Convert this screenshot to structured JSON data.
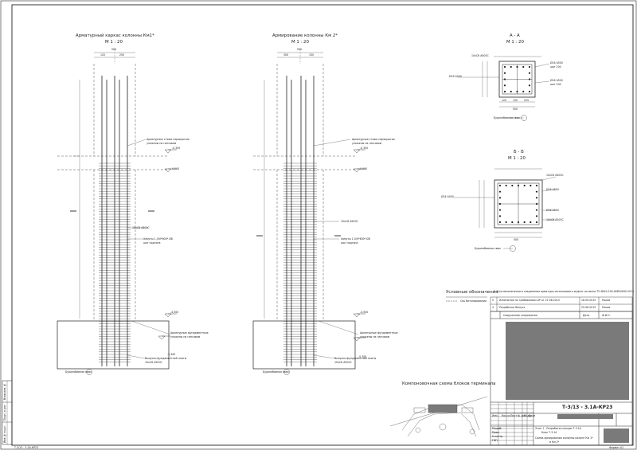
{
  "sheet": {
    "border_color": "#222222",
    "redaction_color": "#7a7a7a"
  },
  "column1": {
    "title": "Арматурный каркас колонны Км1*",
    "scale": "М 1 : 20"
  },
  "column2": {
    "title": "Армирование колонны Км 2*",
    "scale": "М 1 : 20"
  },
  "sectionAA": {
    "title": "А - А",
    "scale": "М 1 : 20"
  },
  "sectionBB": {
    "title": "Б - Б",
    "scale": "М 1 : 20"
  },
  "top_dims": {
    "c1_top": "500",
    "c1_a": "120",
    "c1_b": "250",
    "c2_top": "500",
    "c2_a": "300",
    "c2_b": "150"
  },
  "levels": {
    "l1": "-0,350",
    "l2": "0,000",
    "l3": "-4,500",
    "l4": "-5,300",
    "l5": "-5,700"
  },
  "callouts": {
    "rebar_plate": "Арматурные стяжи перекрытия",
    "rebar_plate2": "уложены на гипсовом",
    "stirrup": "10хС6 А500С",
    "weld": "Хомуты 1,0/0*600* Ø8",
    "weld2": "шаг подгона",
    "found": "Арматурные фундаментные",
    "found2": "уложены на гипсовом",
    "release": "Выпуски фундаментной плиты",
    "release2": "10хС6 А500С",
    "drill": "Буронабивная сваи",
    "sec_a": "Буронабивная сваи",
    "armature": "Ø16 А500",
    "armature2": "шаг 200",
    "armature3": "10хС6 А500С",
    "dims": [
      "120",
      "150",
      "225",
      "150"
    ]
  },
  "legend": {
    "title": "Условные обозначения",
    "line_label": "Ось бетонирования",
    "note": "1. Для механического соединения арматуры использовать муфты согласно ТУ 4842-016-46854090-2015"
  },
  "revisions": [
    {
      "num": "5",
      "text": "Изменения по требованиям АР от 21.08.2015",
      "date": "18.09.2015",
      "name": "Рыков"
    },
    {
      "num": "4",
      "text": "Разработка Выпуск",
      "date": "25.06.2015",
      "name": "Рыков"
    }
  ],
  "stamp": {
    "code": "Т-3/13 - 3.1А-КР23",
    "object": "Сооружение сопряжения",
    "sheet_label": "Дата",
    "sheet_value": "Ф.И.О.",
    "desc1": "Этап 1 - Разработка секции Т-3.1А",
    "desc2": "Блок Т-3.1А",
    "desc3": "Схема армирования колонны колонн Км 1*",
    "desc4": "и Км 2*",
    "rows": [
      "Изм.",
      "Кол.уч",
      "Лист",
      "№ док",
      "Подп.",
      "Дата"
    ],
    "people": [
      "Разраб.",
      "Пров.",
      "Н.контр.",
      "ГИП"
    ]
  },
  "scheme": {
    "title": "Компоновочная схема блоков терминала"
  },
  "left_strip": {
    "items": [
      "Взам.инв.№",
      "Подп. и дата",
      "Инв.№ подл."
    ]
  },
  "footer": {
    "left": "Т-3/13 - 3.1А-КР23",
    "right": "Формат А1"
  }
}
